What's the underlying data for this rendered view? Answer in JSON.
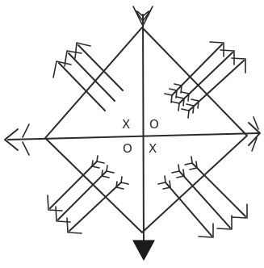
{
  "figure": {
    "style": "hand-drawn ink pictograph, black on white",
    "ink_color": "#2b2b2b",
    "background": "#ffffff",
    "center_marks": [
      {
        "key": "top_left",
        "text": "X"
      },
      {
        "key": "top_right",
        "text": "O"
      },
      {
        "key": "bottom_left",
        "text": "O"
      },
      {
        "key": "bottom_right",
        "text": "X"
      }
    ],
    "arrow_groups": [
      {
        "quadrant": "upper-left",
        "count": 3,
        "direction": "up-left",
        "fletching": false
      },
      {
        "quadrant": "upper-right",
        "count": 3,
        "direction": "up-right",
        "fletching": true
      },
      {
        "quadrant": "lower-left",
        "count": 3,
        "direction": "down-left",
        "fletching": true
      },
      {
        "quadrant": "lower-right",
        "count": 3,
        "direction": "down-right",
        "fletching": true
      }
    ],
    "axis_ends": {
      "top": "fletching",
      "bottom": "arrowhead",
      "left": "arrowhead",
      "right": "arrowhead"
    }
  }
}
